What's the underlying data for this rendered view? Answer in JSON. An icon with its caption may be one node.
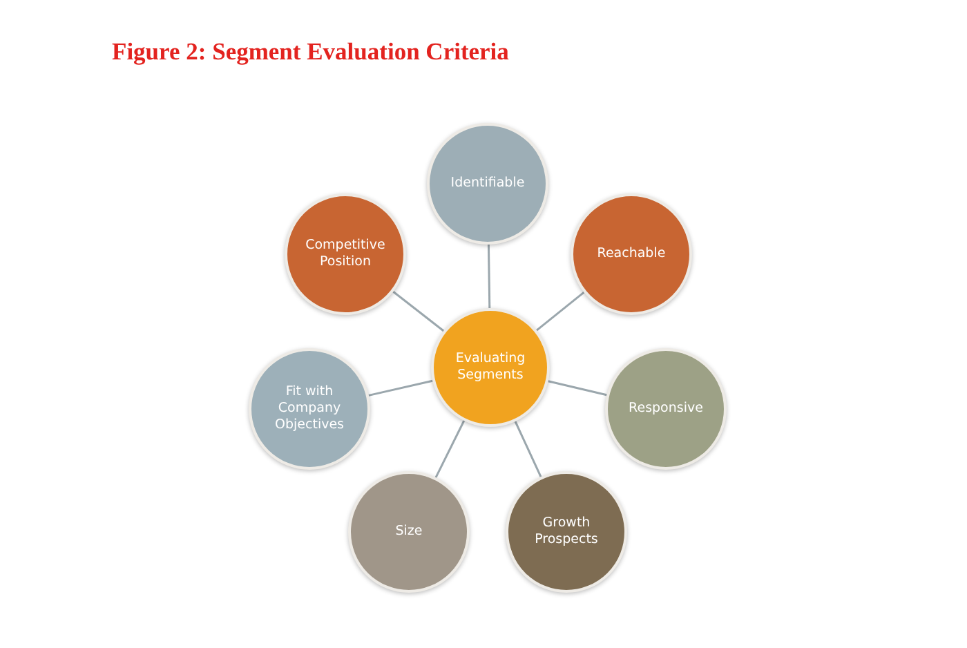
{
  "diagram": {
    "title": "Figure 2: Segment Evaluation Criteria",
    "nodes": [
      {
        "text": [
          "Evaluating Segments"
        ]
      },
      {
        "text": [
          "Identifiable"
        ]
      },
      {
        "text": [
          "Reachable"
        ]
      },
      {
        "text": [
          "Responsive"
        ]
      },
      {
        "text": [
          "Growth Prospects"
        ]
      },
      {
        "text": [
          "Size"
        ]
      },
      {
        "text": [
          "Fit with Company Objectives"
        ]
      },
      {
        "text": [
          "Competitive Position"
        ]
      }
    ],
    "edges": [
      {
        "from": 0,
        "to": 1,
        "arrow": "none"
      },
      {
        "from": 0,
        "to": 2,
        "arrow": "none"
      },
      {
        "from": 0,
        "to": 3,
        "arrow": "none"
      },
      {
        "from": 0,
        "to": 4,
        "arrow": "none"
      },
      {
        "from": 0,
        "to": 5,
        "arrow": "none"
      },
      {
        "from": 0,
        "to": 6,
        "arrow": "none"
      },
      {
        "from": 0,
        "to": 7,
        "arrow": "none"
      }
    ]
  }
}
